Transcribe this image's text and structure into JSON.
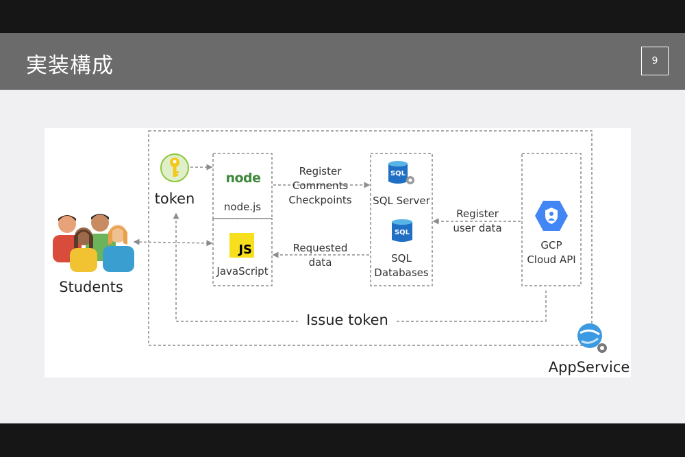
{
  "slide": {
    "title": "実装構成",
    "page_number": "9"
  },
  "diagram": {
    "students_label": "Students",
    "token_label": "token",
    "nodejs_label": "node.js",
    "nodejs_logo_text": "node",
    "javascript_label": "JavaScript",
    "js_logo_text": "JS",
    "sql_server_label": "SQL Server",
    "sql_databases_label_line1": "SQL",
    "sql_databases_label_line2": "Databases",
    "sql_logo_text": "SQL",
    "gcp_label_line1": "GCP",
    "gcp_label_line2": "Cloud API",
    "appservice_label": "AppService",
    "register_comments_line1": "Register",
    "register_comments_line2": "Comments",
    "register_comments_line3": "Checkpoints",
    "requested_data_line1": "Requested",
    "requested_data_line2": "data",
    "register_user_line1": "Register",
    "register_user_line2": "user data",
    "issue_token_label": "Issue token"
  },
  "colors": {
    "header_bg": "#6b6b6b",
    "slide_bg": "#f0eff2",
    "dashed_line": "#8c8c8c",
    "node_green": "#3c873a",
    "js_yellow": "#f7df1e",
    "sql_blue": "#1f6fc5",
    "gcp_blue": "#4285f4",
    "azure_blue": "#3b9ae1",
    "key_yellow": "#f2c81e"
  },
  "icons": [
    "students-group-icon",
    "key-icon",
    "nodejs-logo-icon",
    "javascript-logo-icon",
    "sql-server-icon",
    "sql-database-icon",
    "gcp-security-icon",
    "appservice-icon"
  ]
}
